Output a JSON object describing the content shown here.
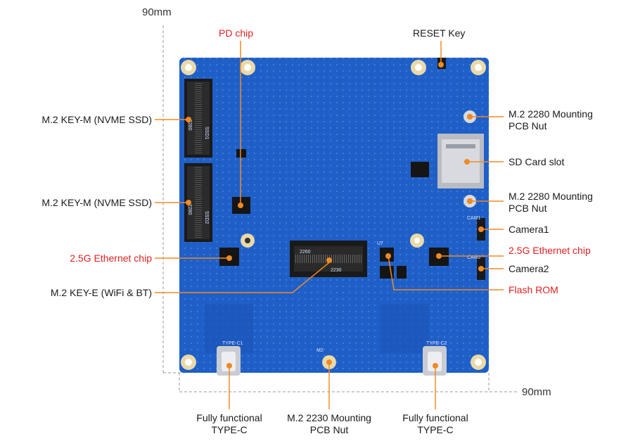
{
  "dimensions": {
    "height_label": "90mm",
    "width_label": "90mm"
  },
  "colors": {
    "pcb": "#1f5fc8",
    "pcb_dark": "#154a9e",
    "callout_line": "#f08a24",
    "red_label": "#e02020"
  },
  "labels": {
    "pd_chip": "PD chip",
    "reset_key": "RESET Key",
    "m2_keym_1": "M.2 KEY-M (NVME SSD)",
    "m2_keym_2": "M.2 KEY-M (NVME SSD)",
    "eth_chip_left": "2.5G Ethernet chip",
    "m2_keye": "M.2 KEY-E (WiFi & BT)",
    "nut_2280_top_l1": "M.2 2280 Mounting",
    "nut_2280_top_l2": "PCB Nut",
    "sd_slot": "SD Card slot",
    "nut_2280_mid_l1": "M.2 2280 Mounting",
    "nut_2280_mid_l2": "PCB Nut",
    "camera1": "Camera1",
    "eth_chip_right": "2.5G Ethernet chip",
    "camera2": "Camera2",
    "flash_rom": "Flash ROM",
    "typec_left_l1": "Fully functional",
    "typec_left_l2": "TYPE-C",
    "nut_2230_l1": "M.2 2230 Mounting",
    "nut_2230_l2": "PCB Nut",
    "typec_right_l1": "Fully functional",
    "typec_right_l2": "TYPE-C"
  },
  "silkscreen": {
    "ssd1": "SSD1",
    "ssd2": "SSD2",
    "n2280a": "2280",
    "n2280b": "2280",
    "n2260": "2260",
    "n2230": "2230",
    "typec1": "TYPE-C1",
    "typec2": "TYPE-C2",
    "cam1": "CAM1",
    "cam2": "CAM2",
    "u7": "U7",
    "m2": "M2"
  }
}
